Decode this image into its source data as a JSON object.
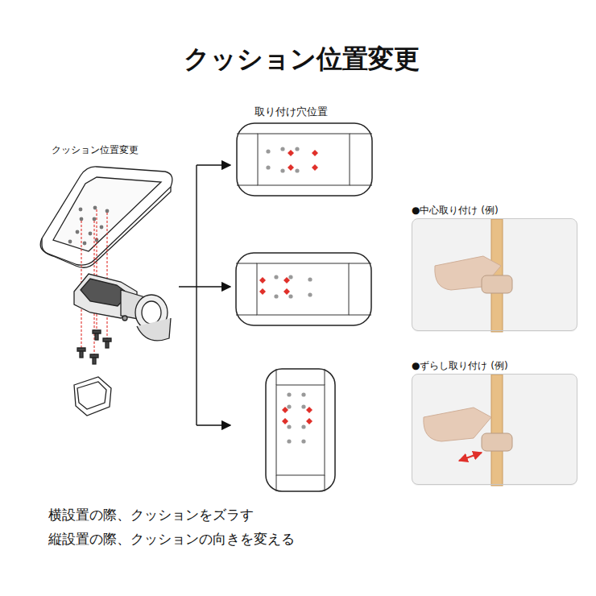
{
  "diagram": {
    "title": "クッション位置変更",
    "nodes": [
      {
        "text": [
          "●中心取り付け (例)"
        ]
      },
      {
        "text": [
          "●ずらし取り付け (例)"
        ]
      }
    ],
    "labels": [
      "クッション位置変更",
      "取り付け穴位置",
      "横設置の際、クッションをズラす",
      "縦設置の際、クッションの向きを変える"
    ]
  }
}
